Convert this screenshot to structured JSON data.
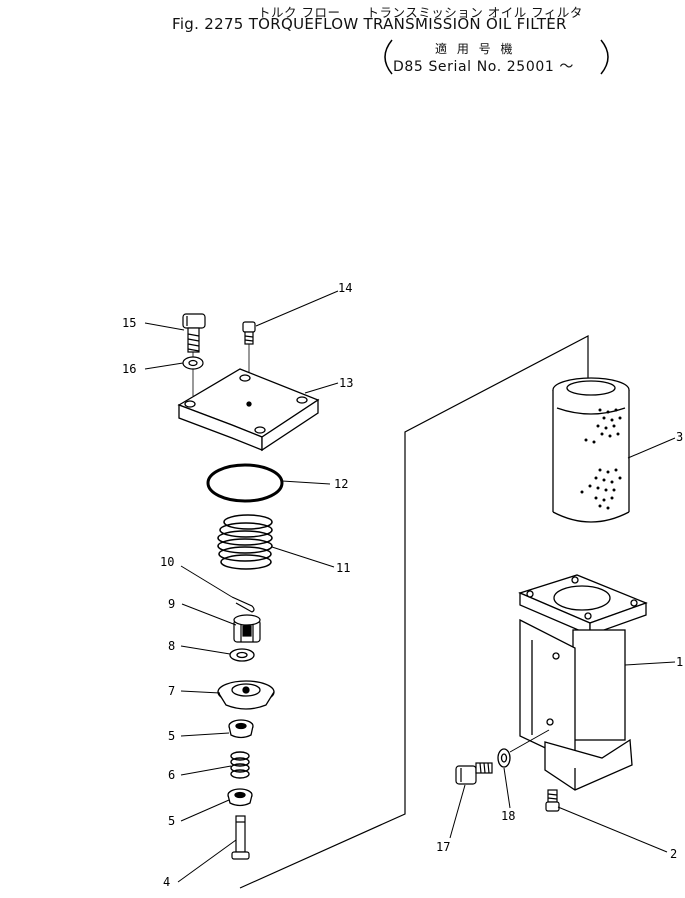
{
  "header": {
    "title_jp": "トルク フロー　　トランスミッション オイル フィルタ",
    "title_en": "Fig. 2275 TORQUEFLOW TRANSMISSION OIL FILTER",
    "applicability_jp": "適 用 号 機",
    "serial": "D85 Serial No. 25001 ～"
  },
  "callouts": {
    "c1": "1",
    "c2": "2",
    "c3": "3",
    "c4": "4",
    "c5a": "5",
    "c5b": "5",
    "c6": "6",
    "c7": "7",
    "c8": "8",
    "c9": "9",
    "c10": "10",
    "c11": "11",
    "c12": "12",
    "c13": "13",
    "c14": "14",
    "c15": "15",
    "c16": "16",
    "c17": "17",
    "c18": "18"
  }
}
